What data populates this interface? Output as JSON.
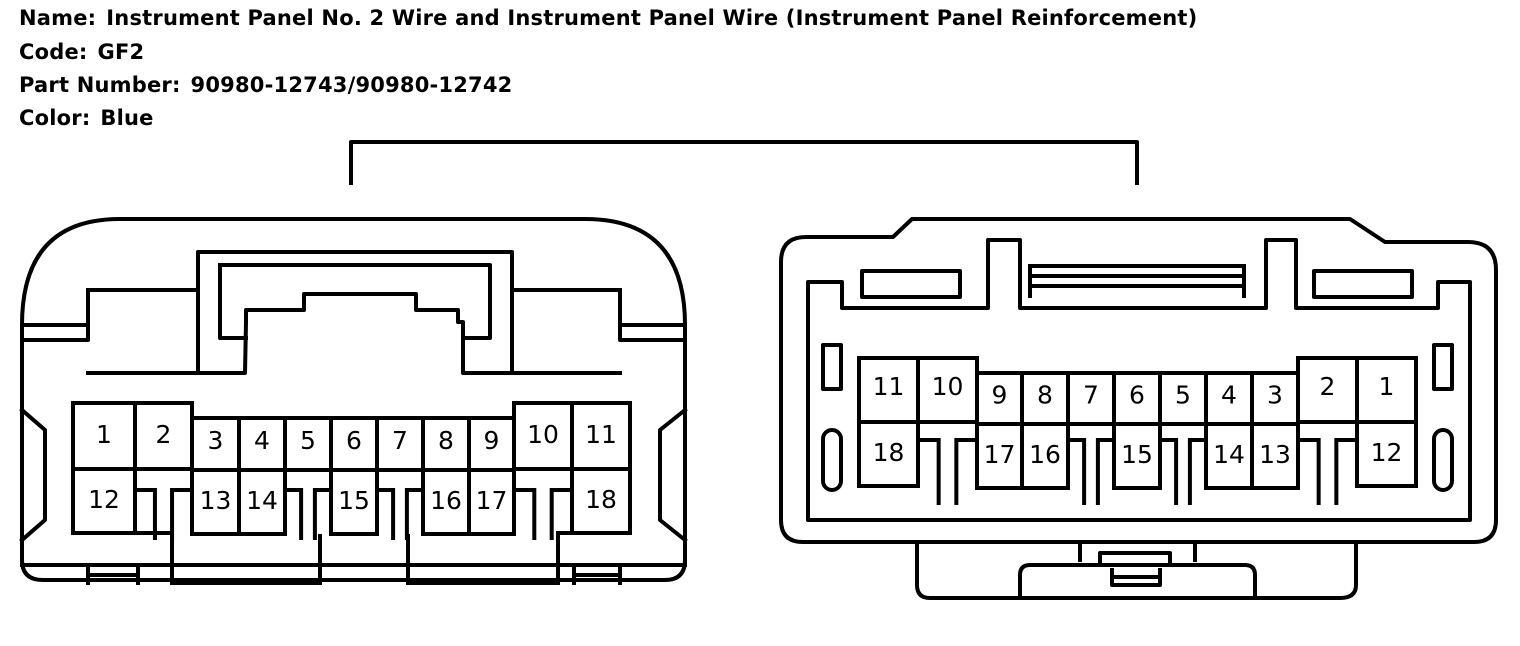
{
  "header": {
    "name_label": "Name:",
    "name_value": "Instrument Panel No. 2 Wire and Instrument Panel Wire (Instrument Panel Reinforcement)",
    "code_label": "Code:",
    "code_value": "GF2",
    "part_label": "Part Number:",
    "part_value": "90980-12743/90980-12742",
    "color_label": "Color:",
    "color_value": "Blue"
  },
  "connector_left": {
    "top_row": [
      "1",
      "2",
      "3",
      "4",
      "5",
      "6",
      "7",
      "8",
      "9",
      "10",
      "11"
    ],
    "bottom_row": [
      "12",
      "13",
      "14",
      "15",
      "16",
      "17",
      "18"
    ]
  },
  "connector_right": {
    "top_row": [
      "11",
      "10",
      "9",
      "8",
      "7",
      "6",
      "5",
      "4",
      "3",
      "2",
      "1"
    ],
    "bottom_row": [
      "18",
      "17",
      "16",
      "15",
      "14",
      "13",
      "12"
    ]
  }
}
